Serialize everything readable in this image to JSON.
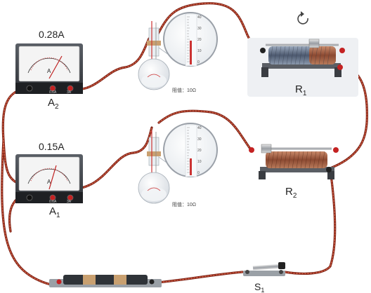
{
  "ammeter_top": {
    "reading": "0.28A",
    "label": "A",
    "sub": "2",
    "scale": "0.6A",
    "scale2": "3A"
  },
  "ammeter_bottom": {
    "reading": "0.15A",
    "label": "A",
    "sub": "1",
    "scale": "0.6A",
    "scale2": "3A"
  },
  "flask_top": {
    "resistance": "阻值：10Ω"
  },
  "flask_bottom": {
    "resistance": "阻值：10Ω"
  },
  "thermo_ticks": [
    "40",
    "30",
    "20",
    "10",
    "0"
  ],
  "rheostat_top": {
    "label": "R",
    "sub": "1"
  },
  "rheostat_bottom": {
    "label": "R",
    "sub": "2"
  },
  "switch": {
    "label": "S",
    "sub": "1"
  },
  "colors": {
    "wire": "#b03020",
    "panel": "#eef0f3",
    "meter_face": "#f4f4f4",
    "coil": "#a05a40",
    "coil_dark": "#6a7a90"
  }
}
